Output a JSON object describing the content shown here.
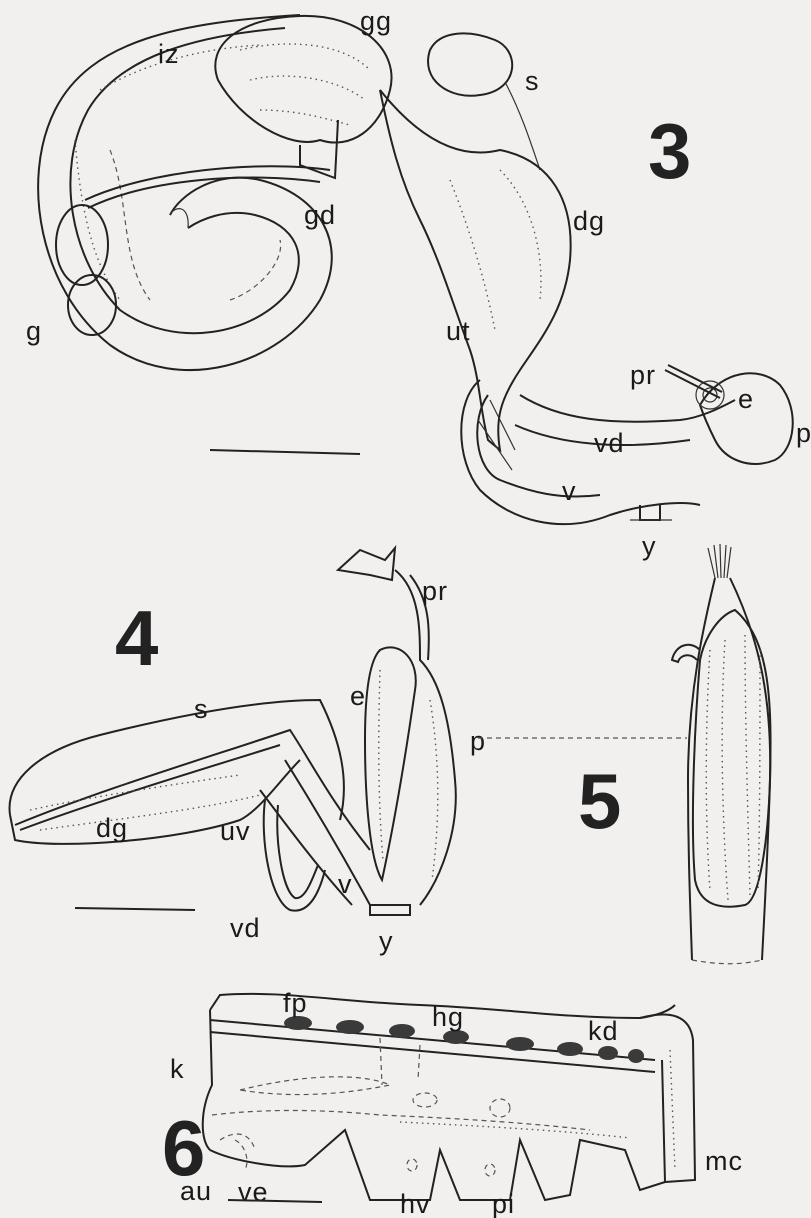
{
  "figures": {
    "fig3": {
      "number": "3",
      "labels": {
        "iz": "iz",
        "gg": "gg",
        "s": "s",
        "gd": "gd",
        "dg": "dg",
        "g": "g",
        "ut": "ut",
        "pr": "pr",
        "e": "e",
        "vd": "vd",
        "p": "p",
        "v": "v",
        "y": "y"
      }
    },
    "fig4": {
      "number": "4",
      "labels": {
        "pr": "pr",
        "e": "e",
        "s": "s",
        "p": "p",
        "dg": "dg",
        "uv": "uv",
        "v": "v",
        "vd": "vd",
        "y": "y"
      }
    },
    "fig5": {
      "number": "5"
    },
    "fig6": {
      "number": "6",
      "labels": {
        "fp": "fp",
        "hg": "hg",
        "kd": "kd",
        "k": "k",
        "au": "au",
        "ve": "ve",
        "mc": "mc",
        "hv": "hv",
        "pi": "pi"
      }
    }
  }
}
